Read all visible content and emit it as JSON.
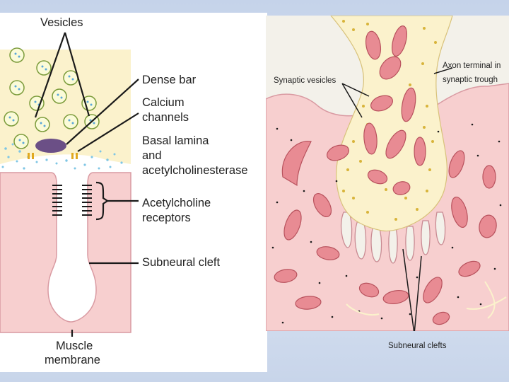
{
  "left_diagram": {
    "labels": {
      "vesicles": "Vesicles",
      "dense_bar": "Dense bar",
      "calcium_channels_1": "Calcium",
      "calcium_channels_2": "channels",
      "basal_lamina_1": "Basal lamina",
      "basal_lamina_2": "and",
      "basal_lamina_3": "acetylcholinesterase",
      "ach_receptors_1": "Acetylcholine",
      "ach_receptors_2": "receptors",
      "subneural_cleft": "Subneural cleft",
      "muscle_membrane_1": "Muscle",
      "muscle_membrane_2": "membrane"
    }
  },
  "right_diagram": {
    "labels": {
      "synaptic_vesicles": "Synaptic vesicles",
      "axon_terminal_1": "Axon terminal in",
      "axon_terminal_2": "synaptic trough",
      "subneural_clefts": "Subneural clefts"
    }
  },
  "colors": {
    "slide_background": "#c9d6ec",
    "terminal_fill": "#fbf2cc",
    "muscle_fill": "#f7cfcf",
    "vesicle_fill": "#fbfbd8",
    "dense_bar": "#6b4f86",
    "channel": "#e0a81f",
    "mitochondria": "#e88b93"
  }
}
